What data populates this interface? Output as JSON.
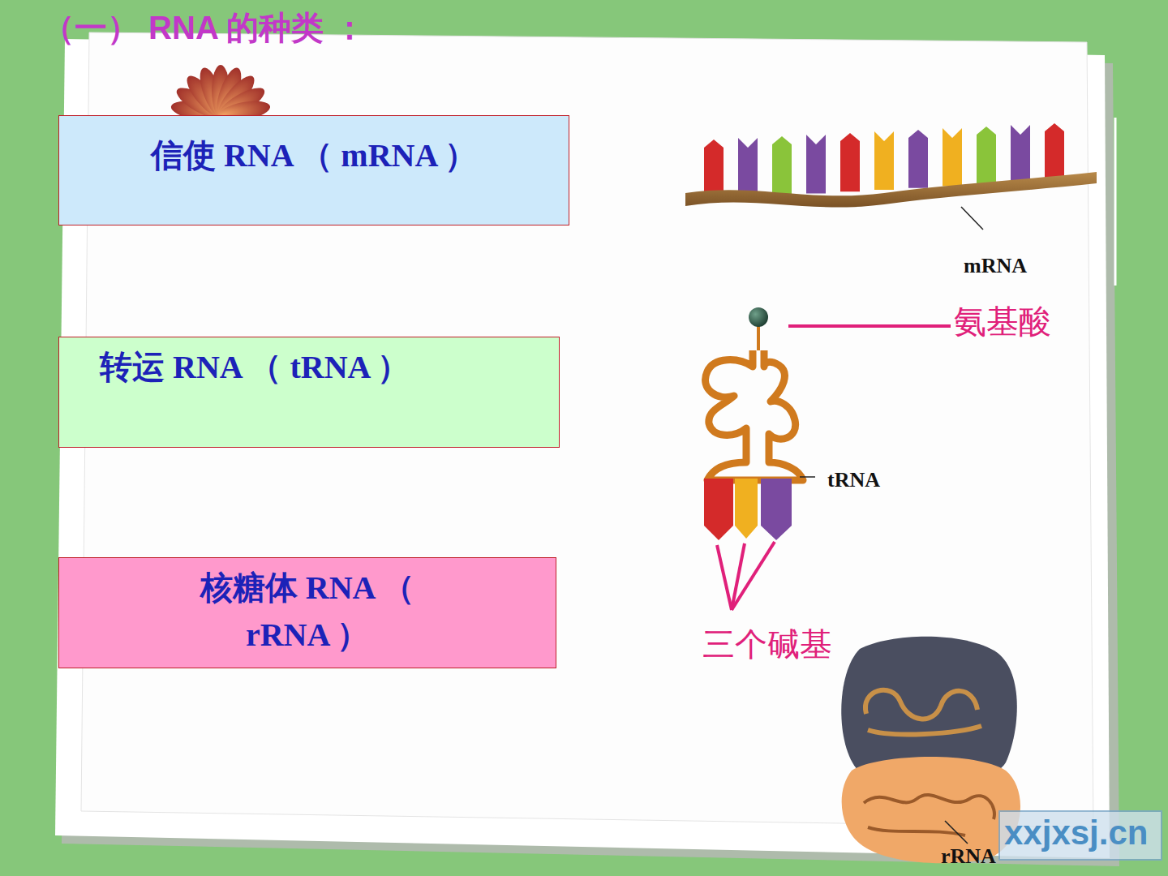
{
  "diagram": {
    "title": "（一） RNA 的种类 ：",
    "nodes": [
      {
        "text": [
          "信使 RNA （ mRNA ）"
        ]
      },
      {
        "text": [
          "转运 RNA （ tRNA ）"
        ]
      },
      {
        "text": [
          "核糖体 RNA （ rRNA ）"
        ]
      }
    ],
    "labels": [
      "mRNA",
      "氨基酸",
      "tRNA",
      "三个碱基",
      "rRNA",
      "xxjxsj.cn"
    ]
  }
}
